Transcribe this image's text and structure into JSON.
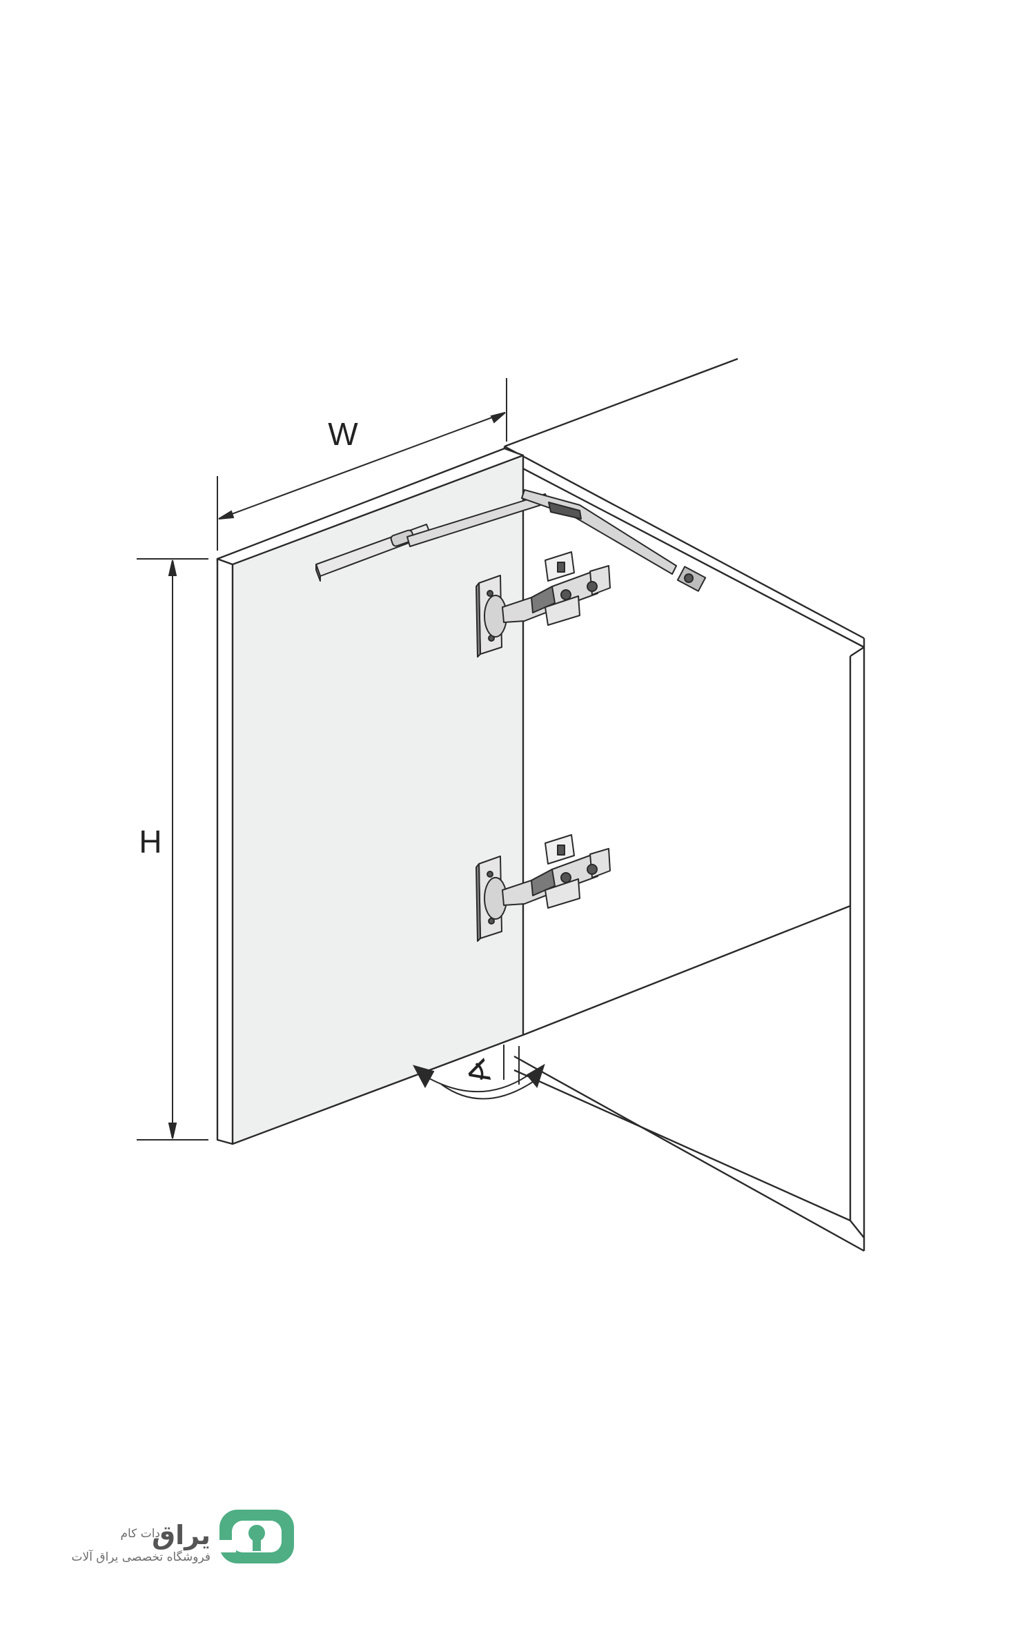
{
  "diagram": {
    "labels": {
      "width": "W",
      "height": "H",
      "angle": "∢"
    },
    "colors": {
      "line": "#2a2a2a",
      "door_face": "#eef0ef",
      "door_edge": "#ffffff",
      "hardware": "#555555",
      "hardware_light": "#e8e8e8"
    }
  },
  "watermark": {
    "brand": "یراق",
    "domain": "دات کام",
    "tagline": "فروشگاه تخصصی یراق آلات",
    "icon": "keyhole-logo-icon",
    "accent": "#4fae84"
  }
}
